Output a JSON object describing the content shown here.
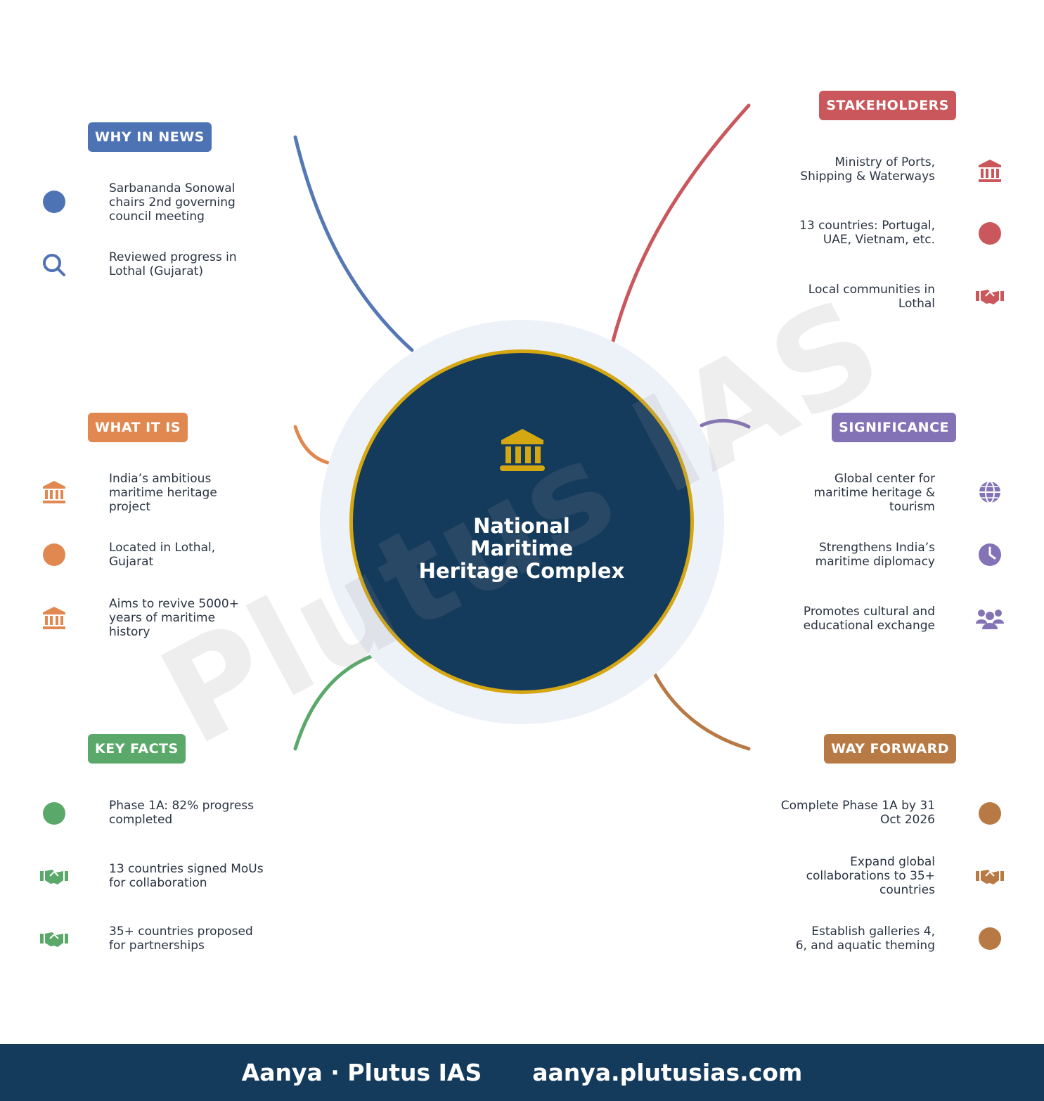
{
  "hub": {
    "title_lines": [
      "National",
      "Maritime",
      "Heritage Complex"
    ],
    "icon": "museum-icon",
    "colors": {
      "fill": "#143a5c",
      "ring": "#d5a711",
      "halo": "#edf1f8"
    }
  },
  "watermark": "Plutus IAS",
  "sections": {
    "why_in_news": {
      "title": "WHY IN NEWS",
      "color": "#4e73b5",
      "items": [
        {
          "icon": "dot-icon",
          "lines": [
            "Sarbananda Sonowal",
            "chairs 2nd governing",
            "council meeting"
          ]
        },
        {
          "icon": "search-icon",
          "lines": [
            "Reviewed progress in",
            "Lothal (Gujarat)"
          ]
        }
      ]
    },
    "what_it_is": {
      "title": "WHAT IT IS",
      "color": "#e0884f",
      "items": [
        {
          "icon": "museum-icon",
          "lines": [
            "India’s ambitious",
            "maritime heritage",
            "project"
          ]
        },
        {
          "icon": "dot-icon",
          "lines": [
            "Located in Lothal,",
            "Gujarat"
          ]
        },
        {
          "icon": "museum-icon",
          "lines": [
            "Aims to revive 5000+",
            "years of maritime",
            "history"
          ]
        }
      ]
    },
    "key_facts": {
      "title": "KEY FACTS",
      "color": "#5aa86a",
      "items": [
        {
          "icon": "dot-icon",
          "lines": [
            "Phase 1A: 82% progress",
            "completed"
          ]
        },
        {
          "icon": "handshake-icon",
          "lines": [
            "13 countries signed MoUs",
            "for collaboration"
          ]
        },
        {
          "icon": "handshake-icon",
          "lines": [
            "35+ countries proposed",
            "for partnerships"
          ]
        }
      ]
    },
    "stakeholders": {
      "title": "STAKEHOLDERS",
      "color": "#c9575b",
      "items": [
        {
          "icon": "museum-icon",
          "lines": [
            "Ministry of Ports,",
            "Shipping & Waterways"
          ]
        },
        {
          "icon": "dot-icon",
          "lines": [
            "13 countries: Portugal,",
            "UAE, Vietnam, etc."
          ]
        },
        {
          "icon": "handshake-icon",
          "lines": [
            "Local communities in",
            "Lothal"
          ]
        }
      ]
    },
    "significance": {
      "title": "SIGNIFICANCE",
      "color": "#8372b5",
      "items": [
        {
          "icon": "globe-icon",
          "lines": [
            "Global center for",
            "maritime heritage &",
            "tourism"
          ]
        },
        {
          "icon": "clock-icon",
          "lines": [
            "Strengthens India’s",
            "maritime diplomacy"
          ]
        },
        {
          "icon": "people-icon",
          "lines": [
            "Promotes cultural and",
            "educational exchange"
          ]
        }
      ]
    },
    "way_forward": {
      "title": "WAY FORWARD",
      "color": "#b87a44",
      "items": [
        {
          "icon": "dot-icon",
          "lines": [
            "Complete Phase 1A by 31",
            "Oct 2026"
          ]
        },
        {
          "icon": "handshake-icon",
          "lines": [
            "Expand global",
            "collaborations to 35+",
            "countries"
          ]
        },
        {
          "icon": "dot-icon",
          "lines": [
            "Establish galleries 4,",
            "6, and aquatic theming"
          ]
        }
      ]
    }
  },
  "footer": {
    "brand": "Aanya · Plutus IAS",
    "url": "aanya.plutusias.com"
  }
}
